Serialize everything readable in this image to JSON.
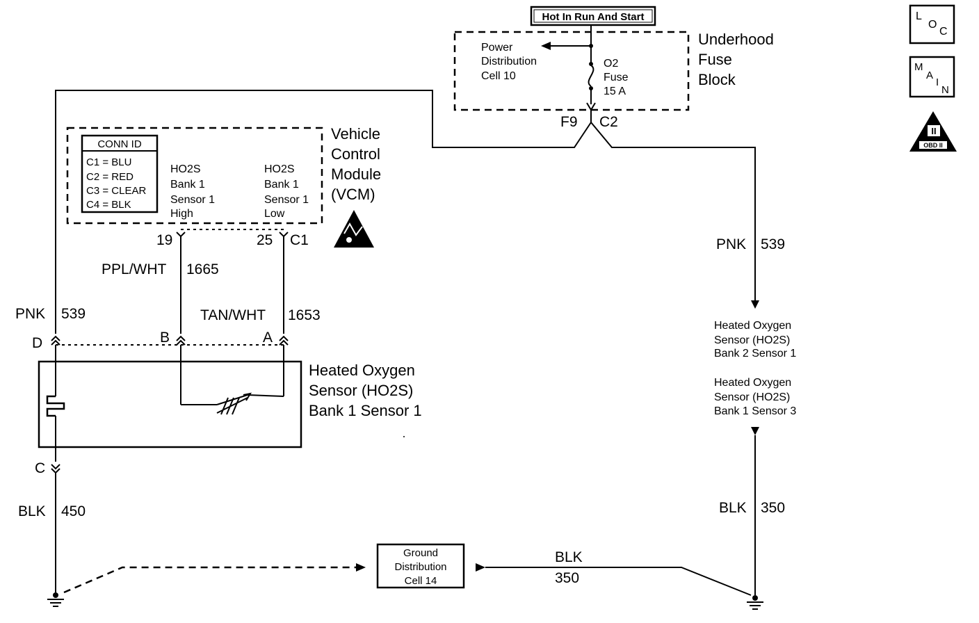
{
  "power_source": "Hot In Run And Start",
  "fuse_block": {
    "title": [
      "Underhood",
      "Fuse",
      "Block"
    ],
    "power_distribution": [
      "Power",
      "Distribution",
      "Cell 10"
    ],
    "fuse": [
      "O2",
      "Fuse",
      "15 A"
    ],
    "connector_left": "F9",
    "connector_right": "C2"
  },
  "vcm": {
    "title": [
      "Vehicle",
      "Control",
      "Module",
      "(VCM)"
    ],
    "conn_id": {
      "header": "CONN ID",
      "rows": [
        "C1 = BLU",
        "C2 = RED",
        "C3 = CLEAR",
        "C4 = BLK"
      ]
    },
    "high_label": [
      "HO2S",
      "Bank 1",
      "Sensor 1",
      "High"
    ],
    "low_label": [
      "HO2S",
      "Bank 1",
      "Sensor 1",
      "Low"
    ],
    "pin_high": "19",
    "pin_low": "25",
    "connector": "C1"
  },
  "wires": {
    "pnk_left": {
      "color": "PNK",
      "circuit": "539"
    },
    "pnk_right": {
      "color": "PNK",
      "circuit": "539"
    },
    "ppl_wht": {
      "color": "PPL/WHT",
      "circuit": "1665"
    },
    "tan_wht": {
      "color": "TAN/WHT",
      "circuit": "1653"
    },
    "blk_left": {
      "color": "BLK",
      "circuit": "450"
    },
    "blk_right": {
      "color": "BLK",
      "circuit": "350"
    },
    "blk_bottom": {
      "color": "BLK",
      "circuit": "350"
    }
  },
  "sensor_connector_pins": [
    "D",
    "B",
    "A",
    "C"
  ],
  "sensor": {
    "title": [
      "Heated Oxygen",
      "Sensor (HO2S)",
      "Bank 1 Sensor 1"
    ]
  },
  "right_sensors": {
    "first": [
      "Heated Oxygen",
      "Sensor (HO2S)",
      "Bank 2 Sensor 1"
    ],
    "second": [
      "Heated Oxygen",
      "Sensor (HO2S)",
      "Bank 1 Sensor 3"
    ]
  },
  "ground": [
    "Ground",
    "Distribution",
    "Cell 14"
  ],
  "icons": {
    "loc": {
      "letters": [
        "L",
        "O",
        "C"
      ]
    },
    "main": {
      "letters": [
        "M",
        "A",
        "I",
        "N"
      ]
    },
    "obd": {
      "numeral": "II",
      "label": "OBD II"
    }
  }
}
